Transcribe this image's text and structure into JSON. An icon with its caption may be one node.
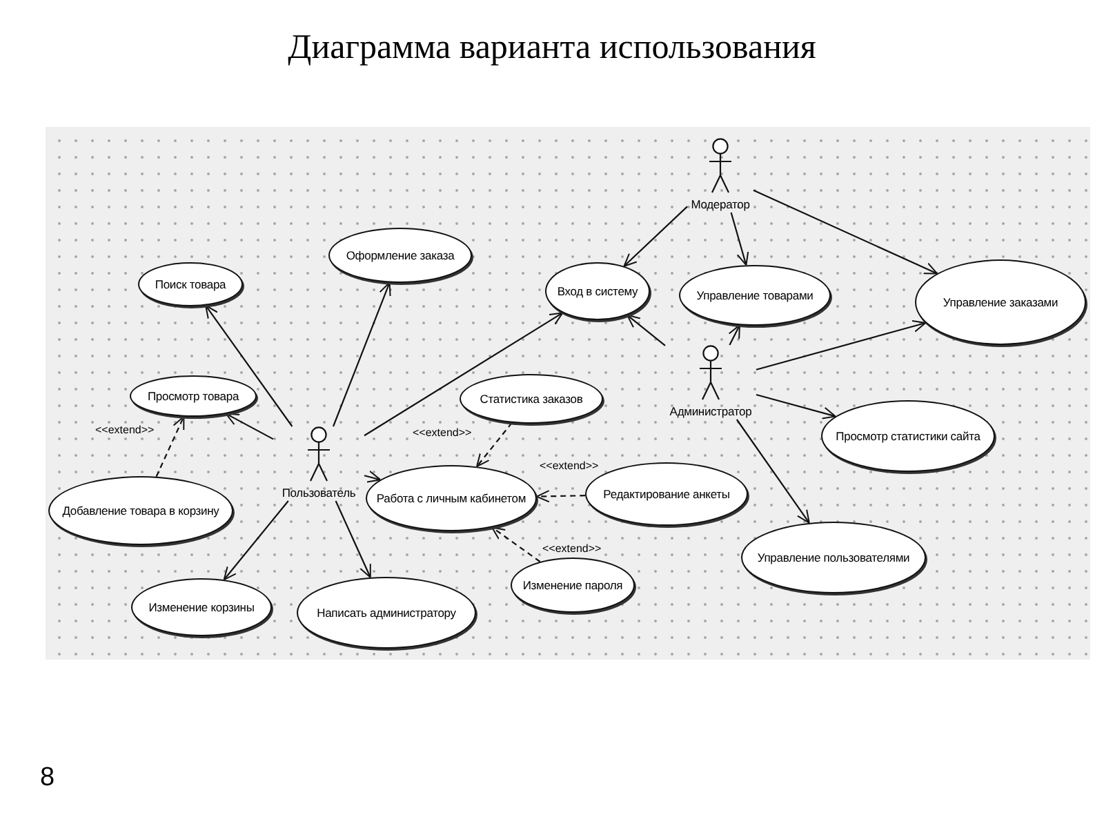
{
  "diagram": {
    "title": "Диаграмма варианта использования",
    "nodes": [
      {
        "text": [
          "Модератор"
        ]
      },
      {
        "text": [
          "Оформление заказа"
        ]
      },
      {
        "text": [
          "Поиск товара"
        ]
      },
      {
        "text": [
          "Вход в систему"
        ]
      },
      {
        "text": [
          "Управление товарами"
        ]
      },
      {
        "text": [
          "Управление заказами"
        ]
      },
      {
        "text": [
          "Администратор"
        ]
      },
      {
        "text": [
          "Просмотр товара"
        ]
      },
      {
        "text": [
          "Статистика заказов"
        ]
      },
      {
        "text": [
          "Пользователь"
        ]
      },
      {
        "text": [
          "Просмотр статистики сайта"
        ]
      },
      {
        "text": [
          "Добавление товара в корзину"
        ]
      },
      {
        "text": [
          "Работа с личным кабинетом"
        ]
      },
      {
        "text": [
          "Редактирование анкеты"
        ]
      },
      {
        "text": [
          "Управление пользователями"
        ]
      },
      {
        "text": [
          "Изменение пароля"
        ]
      },
      {
        "text": [
          "Изменение корзины"
        ]
      },
      {
        "text": [
          "Написать администратору"
        ]
      }
    ],
    "edges": [
      {
        "from": 0,
        "to": 3,
        "arrow": "to"
      },
      {
        "from": 0,
        "to": 4,
        "arrow": "to"
      },
      {
        "from": 0,
        "to": 5,
        "arrow": "to"
      },
      {
        "from": 9,
        "to": 2,
        "arrow": "to"
      },
      {
        "from": 9,
        "to": 1,
        "arrow": "to"
      },
      {
        "from": 9,
        "to": 3,
        "arrow": "to"
      },
      {
        "from": 6,
        "to": 3,
        "arrow": "to"
      },
      {
        "from": 6,
        "to": 4,
        "arrow": "to"
      },
      {
        "from": 6,
        "to": 5,
        "arrow": "to"
      },
      {
        "from": 9,
        "to": 7,
        "arrow": "to"
      },
      {
        "from": 6,
        "to": 10,
        "arrow": "to"
      },
      {
        "from": 6,
        "to": 14,
        "arrow": "to"
      },
      {
        "from": 11,
        "to": 7,
        "arrow": "to",
        "style": "dashed",
        "label": "<<extend>>"
      },
      {
        "from": 8,
        "to": 12,
        "arrow": "to",
        "style": "dashed",
        "label": "<<extend>>"
      },
      {
        "from": 9,
        "to": 12,
        "arrow": "to"
      },
      {
        "from": 13,
        "to": 12,
        "arrow": "to",
        "style": "dashed",
        "label": "<<extend>>"
      },
      {
        "from": 15,
        "to": 12,
        "arrow": "to",
        "style": "dashed",
        "label": "<<extend>>"
      },
      {
        "from": 9,
        "to": 16,
        "arrow": "to"
      },
      {
        "from": 9,
        "to": 17,
        "arrow": "to"
      }
    ],
    "labels": [
      "8"
    ]
  }
}
